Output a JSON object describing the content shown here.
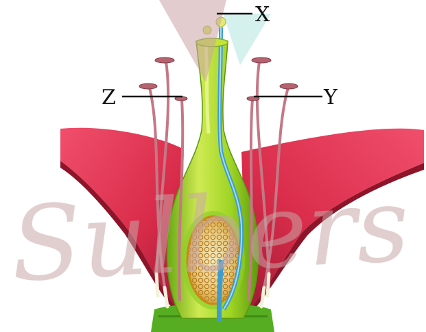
{
  "labels": {
    "x": "X",
    "y": "Y",
    "z": "Z"
  },
  "watermark": {
    "text": "Sulbers",
    "color": "#c9a6a6"
  },
  "colors": {
    "petal": "#e23a55",
    "petal_dark": "#a01830",
    "carpel": "#8ec81a",
    "carpel_light": "#d2ec5a",
    "filament": "#c87a86",
    "anther": "#b0606c",
    "ovule": "#d4961e",
    "ovule_light": "#f2e6c2",
    "pollen_tube": "#3e9ccf",
    "receptacle": "#58b024"
  }
}
